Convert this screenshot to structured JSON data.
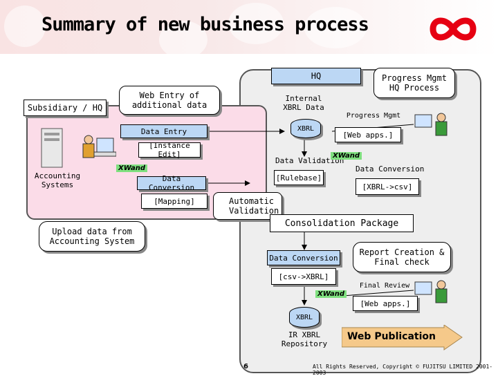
{
  "header": {
    "title": "Summary of new business process"
  },
  "labels": {
    "hq": "HQ",
    "progress_mgmt_hq": [
      "Progress Mgmt",
      "HQ Process"
    ],
    "subsidiary_hq": "Subsidiary / HQ",
    "web_entry": [
      "Web Entry of",
      "additional data"
    ],
    "internal_xbrl": [
      "Internal",
      "XBRL Data"
    ],
    "progress_mgmt": "Progress Mgmt",
    "data_entry": "Data Entry",
    "xbrl_top": "XBRL",
    "web_apps_top": "[Web apps.]",
    "instance_edit": "[Instance Edit]",
    "data_validation": "Data Validation",
    "xwand_1": "XWand",
    "data_conversion_right": "Data Conversion",
    "accounting": [
      "Accounting",
      "Systems"
    ],
    "xwand_2": "XWand",
    "rulebase": "[Rulebase]",
    "xbrl_csv": "[XBRL->csv]",
    "data_conversion_left": "Data Conversion",
    "mapping": "[Mapping]",
    "automatic_validation": [
      "Automatic",
      "Validation"
    ],
    "consolidation": "Consolidation Package",
    "upload": [
      "Upload data from",
      "Accounting System"
    ],
    "report_creation": [
      "Report Creation &",
      "Final check"
    ],
    "data_conversion_mid": "Data Conversion",
    "csv_xbrl": "[csv->XBRL]",
    "final_review": "Final Review",
    "xwand_3": "XWand",
    "web_apps_bottom": "[Web apps.]",
    "xbrl_bottom": "XBRL",
    "repository": [
      "IR XBRL",
      "Repository"
    ],
    "web_publication": "Web Publication"
  },
  "footer": {
    "page": "6",
    "copyright": "All Rights Reserved, Copyright © FUJITSU LIMITED 2001-2003"
  },
  "colors": {
    "subsidiary_bg": "#fbdce8",
    "hq_bg": "#eeeeee",
    "box_blue": "#bcd7f4",
    "xwand_green": "#7fe07f",
    "logo_red": "#e60012",
    "arrow_orange": "#f5c98a"
  }
}
